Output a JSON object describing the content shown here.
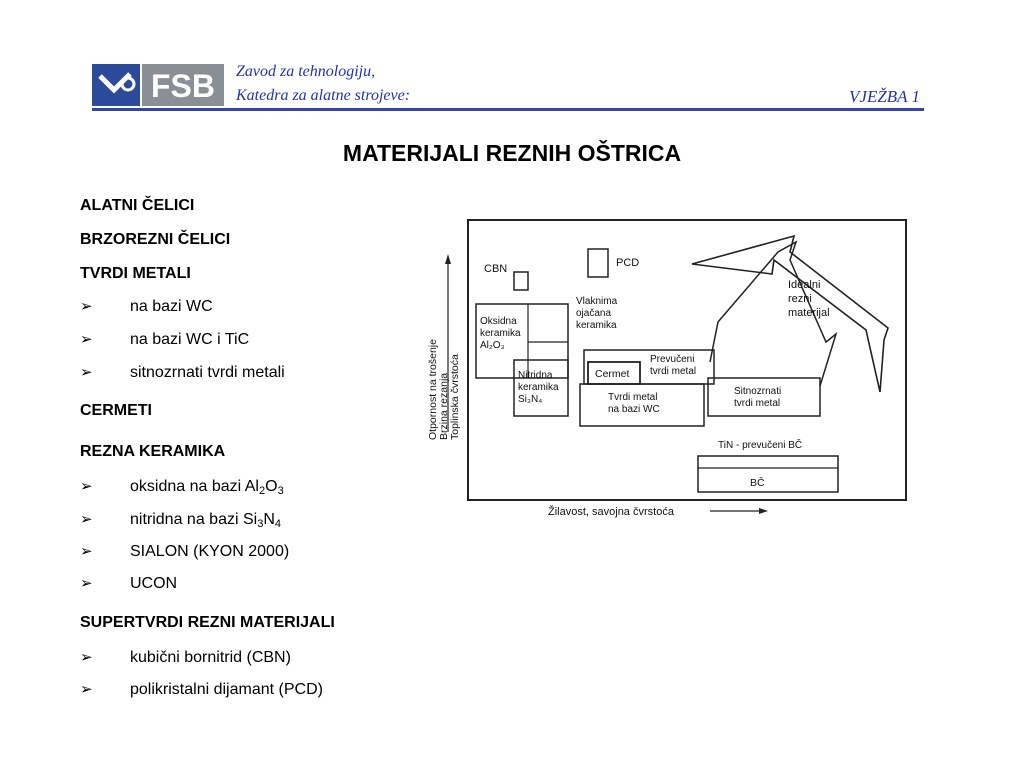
{
  "header": {
    "logo_text": "FSB",
    "line1": "Zavod za tehnologiju,",
    "line2": "Katedra za alatne strojeve:",
    "right": "VJEŽBA 1"
  },
  "title": "MATERIJALI REZNIH OŠTRICA",
  "sections": {
    "s1": "ALATNI ČELICI",
    "s2": "BRZOREZNI ČELICI",
    "s3": "TVRDI METALI",
    "s3_items": [
      "na bazi WC",
      "na bazi WC i TiC",
      "sitnozrnati tvrdi metali"
    ],
    "s4": "CERMETI",
    "s5": "REZNA KERAMIKA",
    "s5_items": {
      "oksidna_prefix": "oksidna na bazi Al",
      "oksidna_sub1": "2",
      "oksidna_mid": "O",
      "oksidna_sub2": "3",
      "nitridna_prefix": "nitridna na bazi Si",
      "nitridna_sub1": "3",
      "nitridna_mid": "N",
      "nitridna_sub2": "4",
      "sialon": "SIALON (KYON 2000)",
      "ucon": "UCON"
    },
    "s6": "SUPERTVRDI REZNI MATERIJALI",
    "s6_items": [
      "kubični bornitrid (CBN)",
      "polikristalni dijamant (PCD)"
    ]
  },
  "bullet": "➢",
  "figure": {
    "y_axis": [
      "Otpornost na trošenje",
      "Brzina rezanja",
      "Toplinska čvrstoća"
    ],
    "x_axis": "Žilavost, savojna čvrstoća",
    "cbn": "CBN",
    "pcd": "PCD",
    "vlaknima": [
      "Vlaknima",
      "ojačana",
      "keramika"
    ],
    "idealni": [
      "Idealni",
      "rezni",
      "materijal"
    ],
    "oksidna": [
      "Oksidna",
      "keramika",
      "Al₂O₃"
    ],
    "nitridna": [
      "Nitridna",
      "keramika",
      "Si₃N₄"
    ],
    "cermet": "Cermet",
    "prevuceni": [
      "Prevučeni",
      "tvrdi metal"
    ],
    "tvrdi_wc": [
      "Tvrdi metal",
      "na bazi WC"
    ],
    "sitnozrnati": [
      "Sitnozrnati",
      "tvrdi metal"
    ],
    "tin": "TiN - prevučeni BČ",
    "bc": "BČ"
  },
  "colors": {
    "header_blue": "#2233aa",
    "logo_blue": "#2b4a9a",
    "logo_grey": "#8a8f96"
  }
}
